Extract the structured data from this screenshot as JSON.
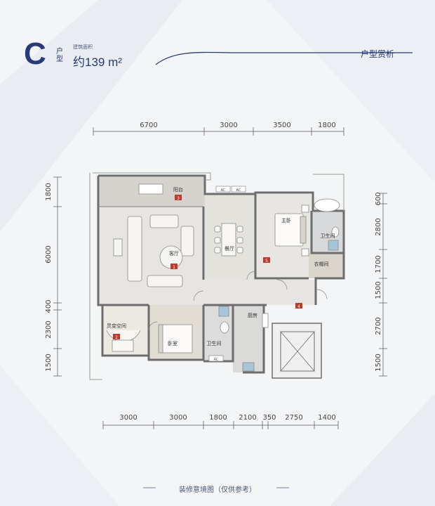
{
  "header": {
    "type_letter": "C",
    "type_sub": "户型",
    "area_label": "建筑面积",
    "area_value": "约139 m²",
    "right_title": "户型赏析"
  },
  "dimensions": {
    "top": [
      "6700",
      "3000",
      "3500",
      "1800"
    ],
    "bottom": [
      "3000",
      "3000",
      "1800",
      "2100",
      "350",
      "2750",
      "1400"
    ],
    "left": [
      "1800",
      "6000",
      "400",
      "2300",
      "1500"
    ],
    "right": [
      "600",
      "2800",
      "1700",
      "1500",
      "2700",
      "1500"
    ]
  },
  "rooms": {
    "balcony": {
      "name": "阳台",
      "no": "3"
    },
    "living": {
      "name": "客厅",
      "no": "1"
    },
    "dining": {
      "name": "餐厅"
    },
    "master": {
      "name": "主卧",
      "no": "5"
    },
    "master_bath": {
      "name": "卫生间"
    },
    "closet": {
      "name": "衣帽间"
    },
    "entry": {
      "no": "4"
    },
    "flex": {
      "name": "灵变空间",
      "no": "2"
    },
    "bedroom": {
      "name": "卧室"
    },
    "bath": {
      "name": "卫生间"
    },
    "kitchen": {
      "name": "厨房"
    }
  },
  "ac_label": "AC",
  "footer": {
    "note": "装修意境图（仅供参考）"
  },
  "colors": {
    "brand": "#283a78",
    "badge": "#c0392b",
    "wall": "#6d6d6d",
    "floor": "#e6e3de"
  }
}
